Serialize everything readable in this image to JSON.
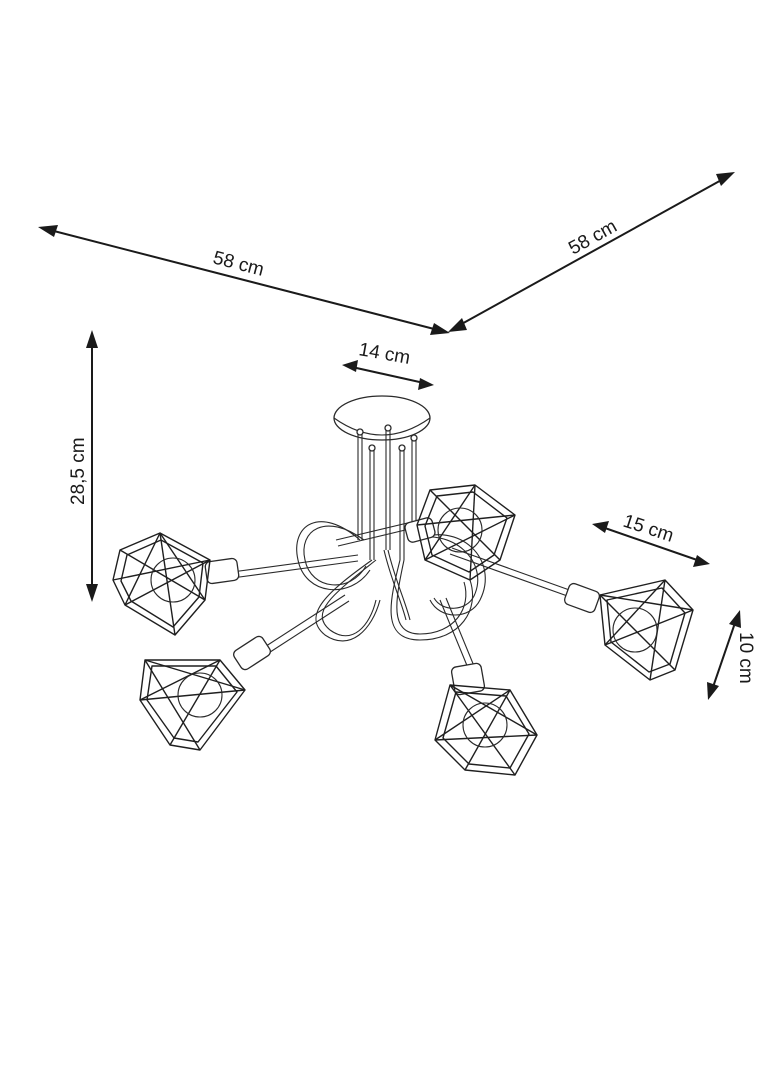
{
  "diagram": {
    "dimensions": {
      "width_left": "58 cm",
      "width_right": "58 cm",
      "canopy_width": "14 cm",
      "height": "28,5 cm",
      "shade_width": "15 cm",
      "shade_height": "10 cm"
    },
    "colors": {
      "line": "#1a1a1a",
      "background": "#ffffff"
    }
  }
}
